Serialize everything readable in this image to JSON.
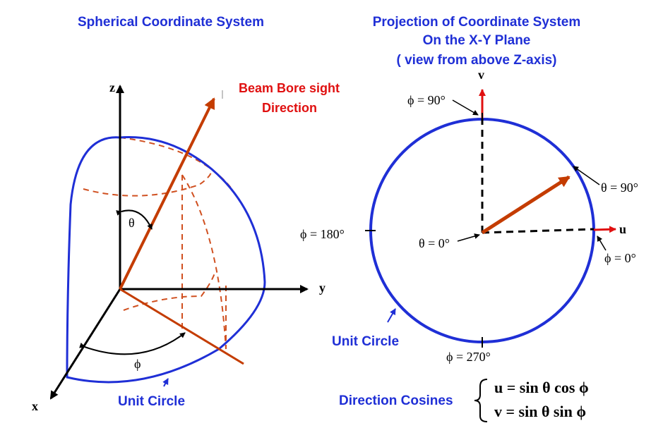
{
  "left_panel": {
    "title": "Spherical Coordinate System",
    "beam_label_line1": "Beam Bore sight",
    "beam_label_line2": "Direction",
    "axis_z": "z",
    "axis_y": "y",
    "axis_x": "x",
    "theta_symbol": "θ",
    "phi_symbol": "ϕ",
    "unit_circle_label": "Unit Circle"
  },
  "right_panel": {
    "title_line1": "Projection of Coordinate System",
    "title_line2": "On the X-Y Plane",
    "title_line3": "( view from above Z-axis)",
    "axis_v": "v",
    "axis_u": "u",
    "phi_90": "ϕ = 90°",
    "phi_180": "ϕ = 180°",
    "phi_0": "ϕ = 0°",
    "phi_270": "ϕ = 270°",
    "theta_90": "θ = 90°",
    "theta_0": "θ = 0°",
    "unit_circle_label": "Unit Circle",
    "direction_cosines_label": "Direction Cosines",
    "formula_u": "u = sin θ cos ϕ",
    "formula_v": "v = sin θ sin ϕ"
  },
  "colors": {
    "blue": "#1f2fd6",
    "orange": "#c43c00",
    "dashed_orange": "#d05020",
    "red": "#e01010",
    "black": "#000000"
  }
}
